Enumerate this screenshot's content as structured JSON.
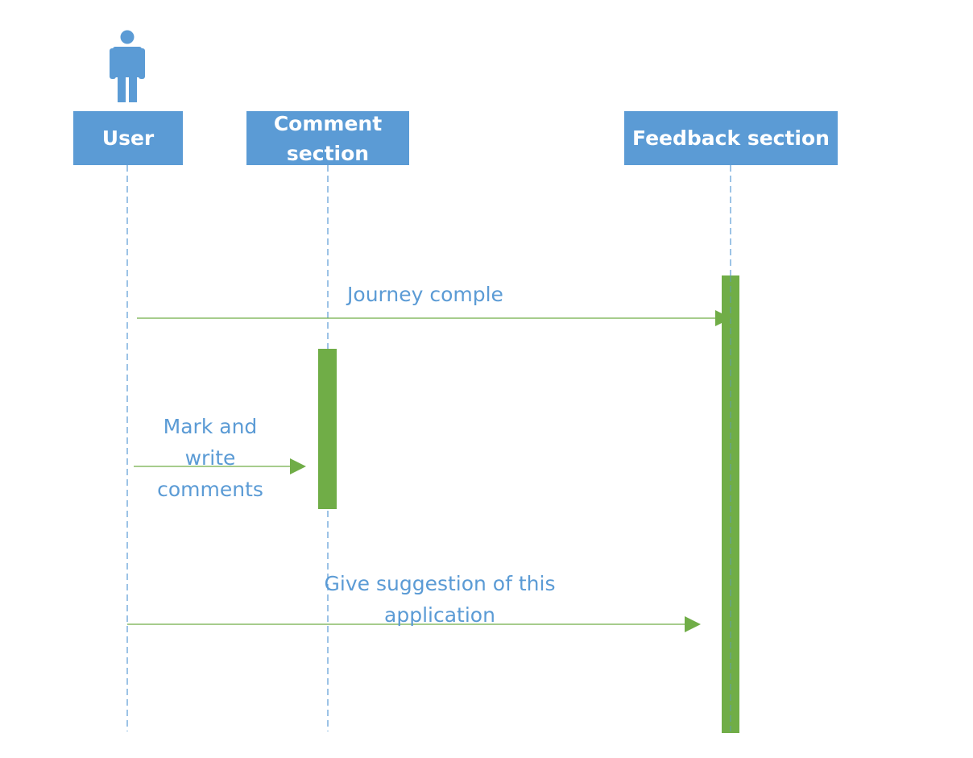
{
  "participants": [
    {
      "id": "user",
      "label": "User"
    },
    {
      "id": "comment",
      "label": "Comment section"
    },
    {
      "id": "feedback",
      "label": "Feedback section"
    }
  ],
  "actor_icon": "person-icon",
  "messages": [
    {
      "from": "user",
      "to": "feedback",
      "label": "Journey comple"
    },
    {
      "from": "user",
      "to": "comment",
      "label": "Mark and write comments"
    },
    {
      "from": "user",
      "to": "feedback",
      "label": "Give suggestion of this application"
    }
  ],
  "colors": {
    "participant_fill": "#5b9bd5",
    "participant_text": "#ffffff",
    "lifeline": "#5b9bd5",
    "activation": "#70ad47",
    "message": "#70ad47",
    "message_text": "#5b9bd5"
  }
}
